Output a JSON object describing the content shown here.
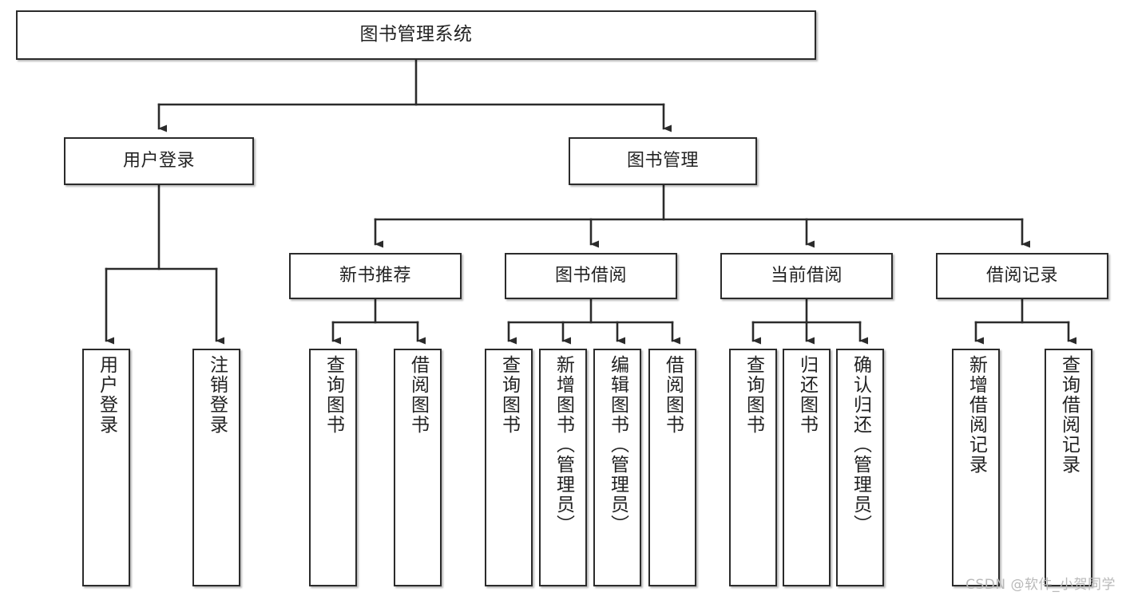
{
  "diagram": {
    "title": "图书管理系统",
    "type": "tree",
    "orientation": "top-down",
    "arrow_style": "solid-filled-triangle",
    "colors": {
      "box_border": "#2b2b2b",
      "box_fill": "#ffffff",
      "text": "#222222",
      "connector": "#2b2b2b",
      "watermark": "#b9b9b9",
      "background": "#ffffff"
    },
    "nodes": {
      "root": {
        "label": "图书管理系统"
      },
      "level2": [
        {
          "label": "用户登录"
        },
        {
          "label": "图书管理"
        }
      ],
      "level3": [
        {
          "label": "新书推荐"
        },
        {
          "label": "图书借阅"
        },
        {
          "label": "当前借阅"
        },
        {
          "label": "借阅记录"
        }
      ],
      "leaves": {
        "user_login": [
          {
            "label": "用户登录"
          },
          {
            "label": "注销登录"
          }
        ],
        "new_book_recommend": [
          {
            "label": "查询图书"
          },
          {
            "label": "借阅图书"
          }
        ],
        "book_borrow": [
          {
            "label": "查询图书"
          },
          {
            "label": "新增图书（管理员）"
          },
          {
            "label": "编辑图书（管理员）"
          },
          {
            "label": "借阅图书"
          }
        ],
        "current_borrow": [
          {
            "label": "查询图书"
          },
          {
            "label": "归还图书"
          },
          {
            "label": "确认归还（管理员）"
          }
        ],
        "borrow_record": [
          {
            "label": "新增借阅记录"
          },
          {
            "label": "查询借阅记录"
          }
        ]
      }
    }
  },
  "watermark": {
    "text": "CSDN @软件_小贺同学"
  }
}
